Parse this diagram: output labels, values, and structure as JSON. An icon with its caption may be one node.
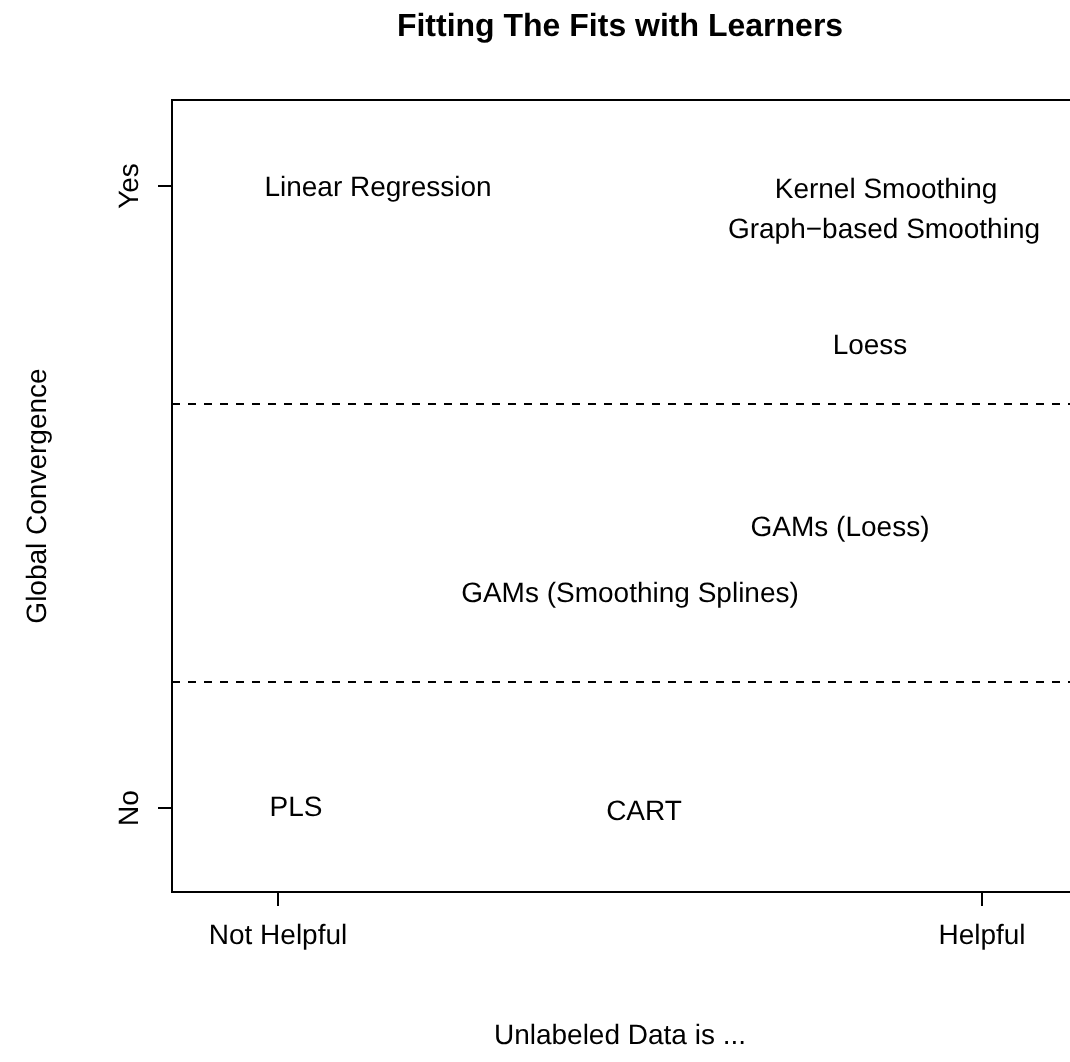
{
  "diagram": {
    "title": "Fitting The Fits with Learners",
    "labels": [
      "Yes",
      "No",
      "Global Convergence",
      "Linear Regression",
      "Kernel Smoothing",
      "Graph−based Smoothing",
      "Loess",
      "GAMs (Loess)",
      "GAMs (Smoothing Splines)",
      "PLS",
      "CART",
      "Not Helpful",
      "Helpful",
      "Unlabeled Data is ..."
    ]
  }
}
